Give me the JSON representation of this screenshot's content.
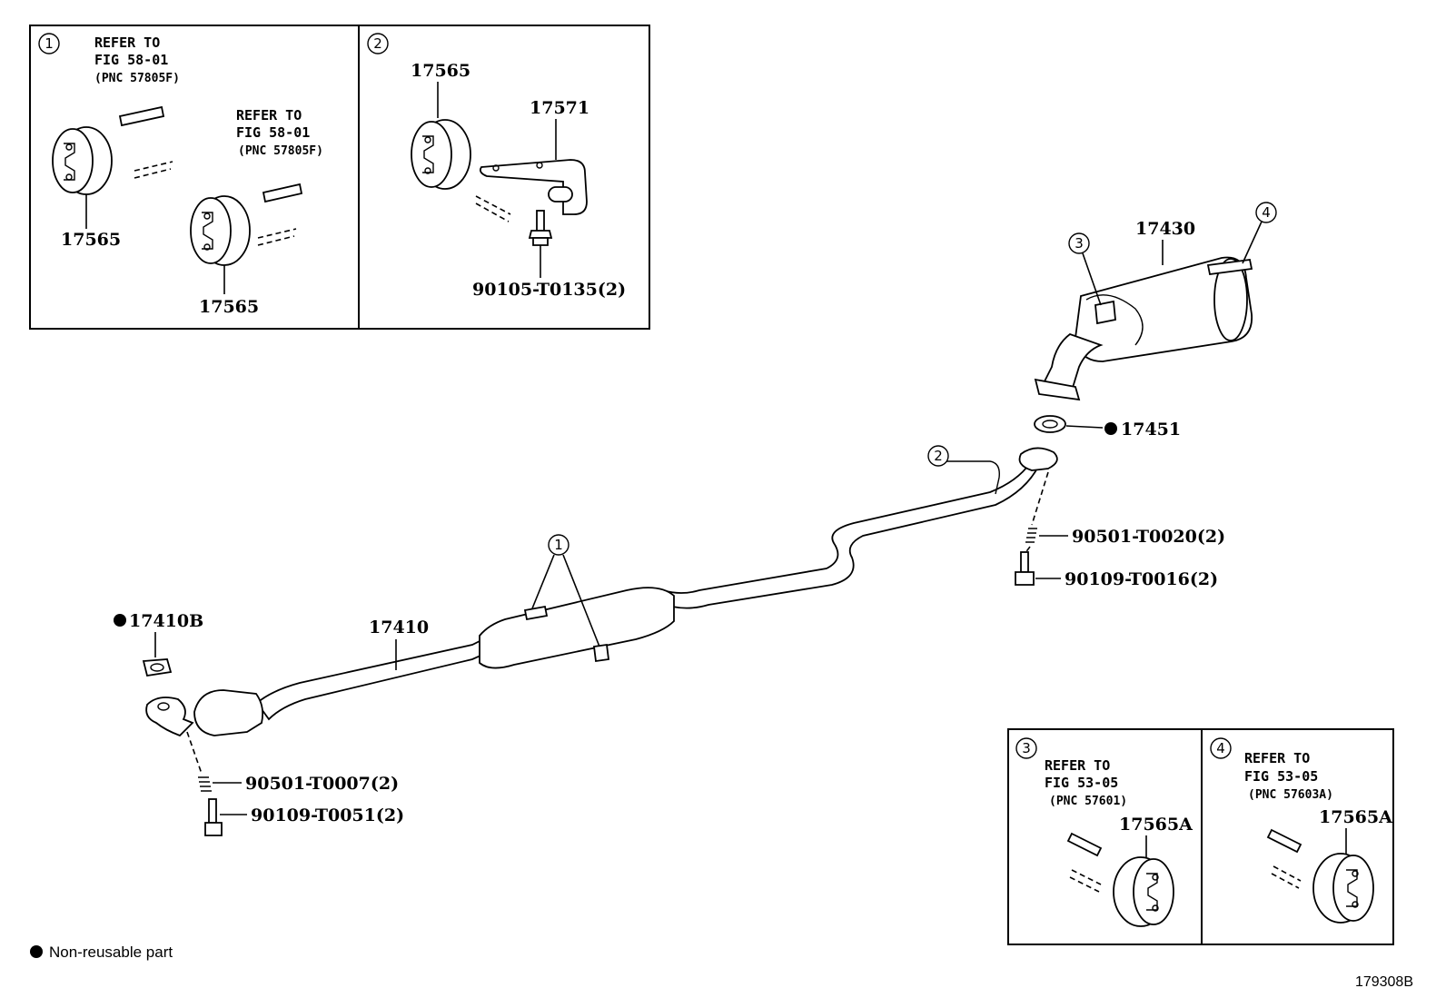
{
  "inset1": {
    "callout": "1",
    "refer_a": [
      "REFER TO",
      "FIG 58-01",
      "(PNC 57805F)"
    ],
    "refer_b": [
      "REFER TO",
      "FIG 58-01",
      "(PNC 57805F)"
    ],
    "part_a": "17565",
    "part_b": "17565"
  },
  "inset2": {
    "callout": "2",
    "part_hanger": "17565",
    "part_bracket": "17571",
    "bolt": "90105-T0135(2)"
  },
  "inset3": {
    "callout": "3",
    "refer": [
      "REFER TO",
      "FIG 53-05",
      "(PNC 57601)"
    ],
    "part": "17565A"
  },
  "inset4": {
    "callout": "4",
    "refer": [
      "REFER TO",
      "FIG 53-05",
      "(PNC 57603A)"
    ],
    "part": "17565A"
  },
  "main": {
    "muffler": "17430",
    "muffler_callout_3": "3",
    "muffler_callout_4": "4",
    "gasket_rear": "17451",
    "pipe_callout_2": "2",
    "spring_rear": "90501-T0020(2)",
    "bolt_rear": "90109-T0016(2)",
    "hanger_callout_1": "1",
    "front_pipe": "17410",
    "gasket_front": "17410B",
    "spring_front": "90501-T0007(2)",
    "bolt_front": "90109-T0051(2)"
  },
  "legend": {
    "text": "Non-reusable part"
  },
  "figure_id": "179308B"
}
